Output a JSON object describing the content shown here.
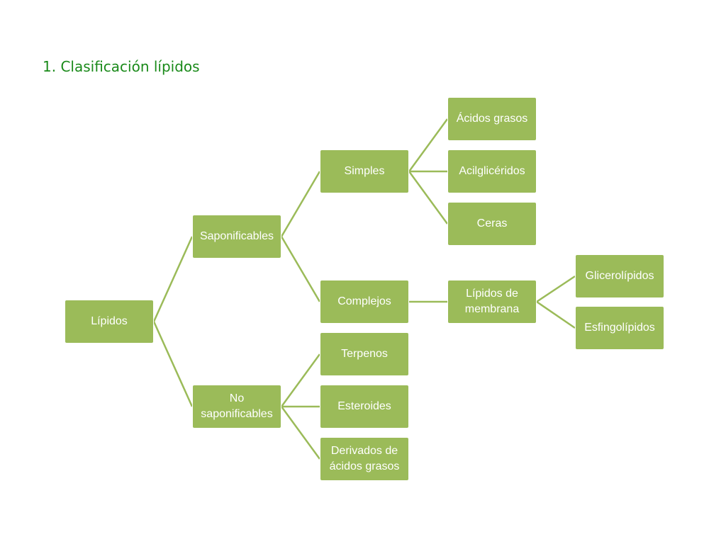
{
  "title": "1. Clasificación  lípidos",
  "diagram": {
    "line_color": "#9bbb59",
    "node_color": "#9bbb59",
    "root": "Lípidos",
    "level1": {
      "saponificables": "Saponificables",
      "no_saponificables": "No\nsaponificables"
    },
    "level2": {
      "simples": "Simples",
      "complejos": "Complejos",
      "terpenos": "Terpenos",
      "esteroides": "Esteroides",
      "derivados": "Derivados de\nácidos grasos"
    },
    "level3": {
      "acidos_grasos": "Ácidos grasos",
      "acilgliceridos": "Acilglicéridos",
      "ceras": "Ceras",
      "lipidos_membrana": "Lípidos de\nmembrana"
    },
    "level4": {
      "glicerolipidos": "Glicerolípidos",
      "esfingolipidos": "Esfingolípidos"
    }
  }
}
